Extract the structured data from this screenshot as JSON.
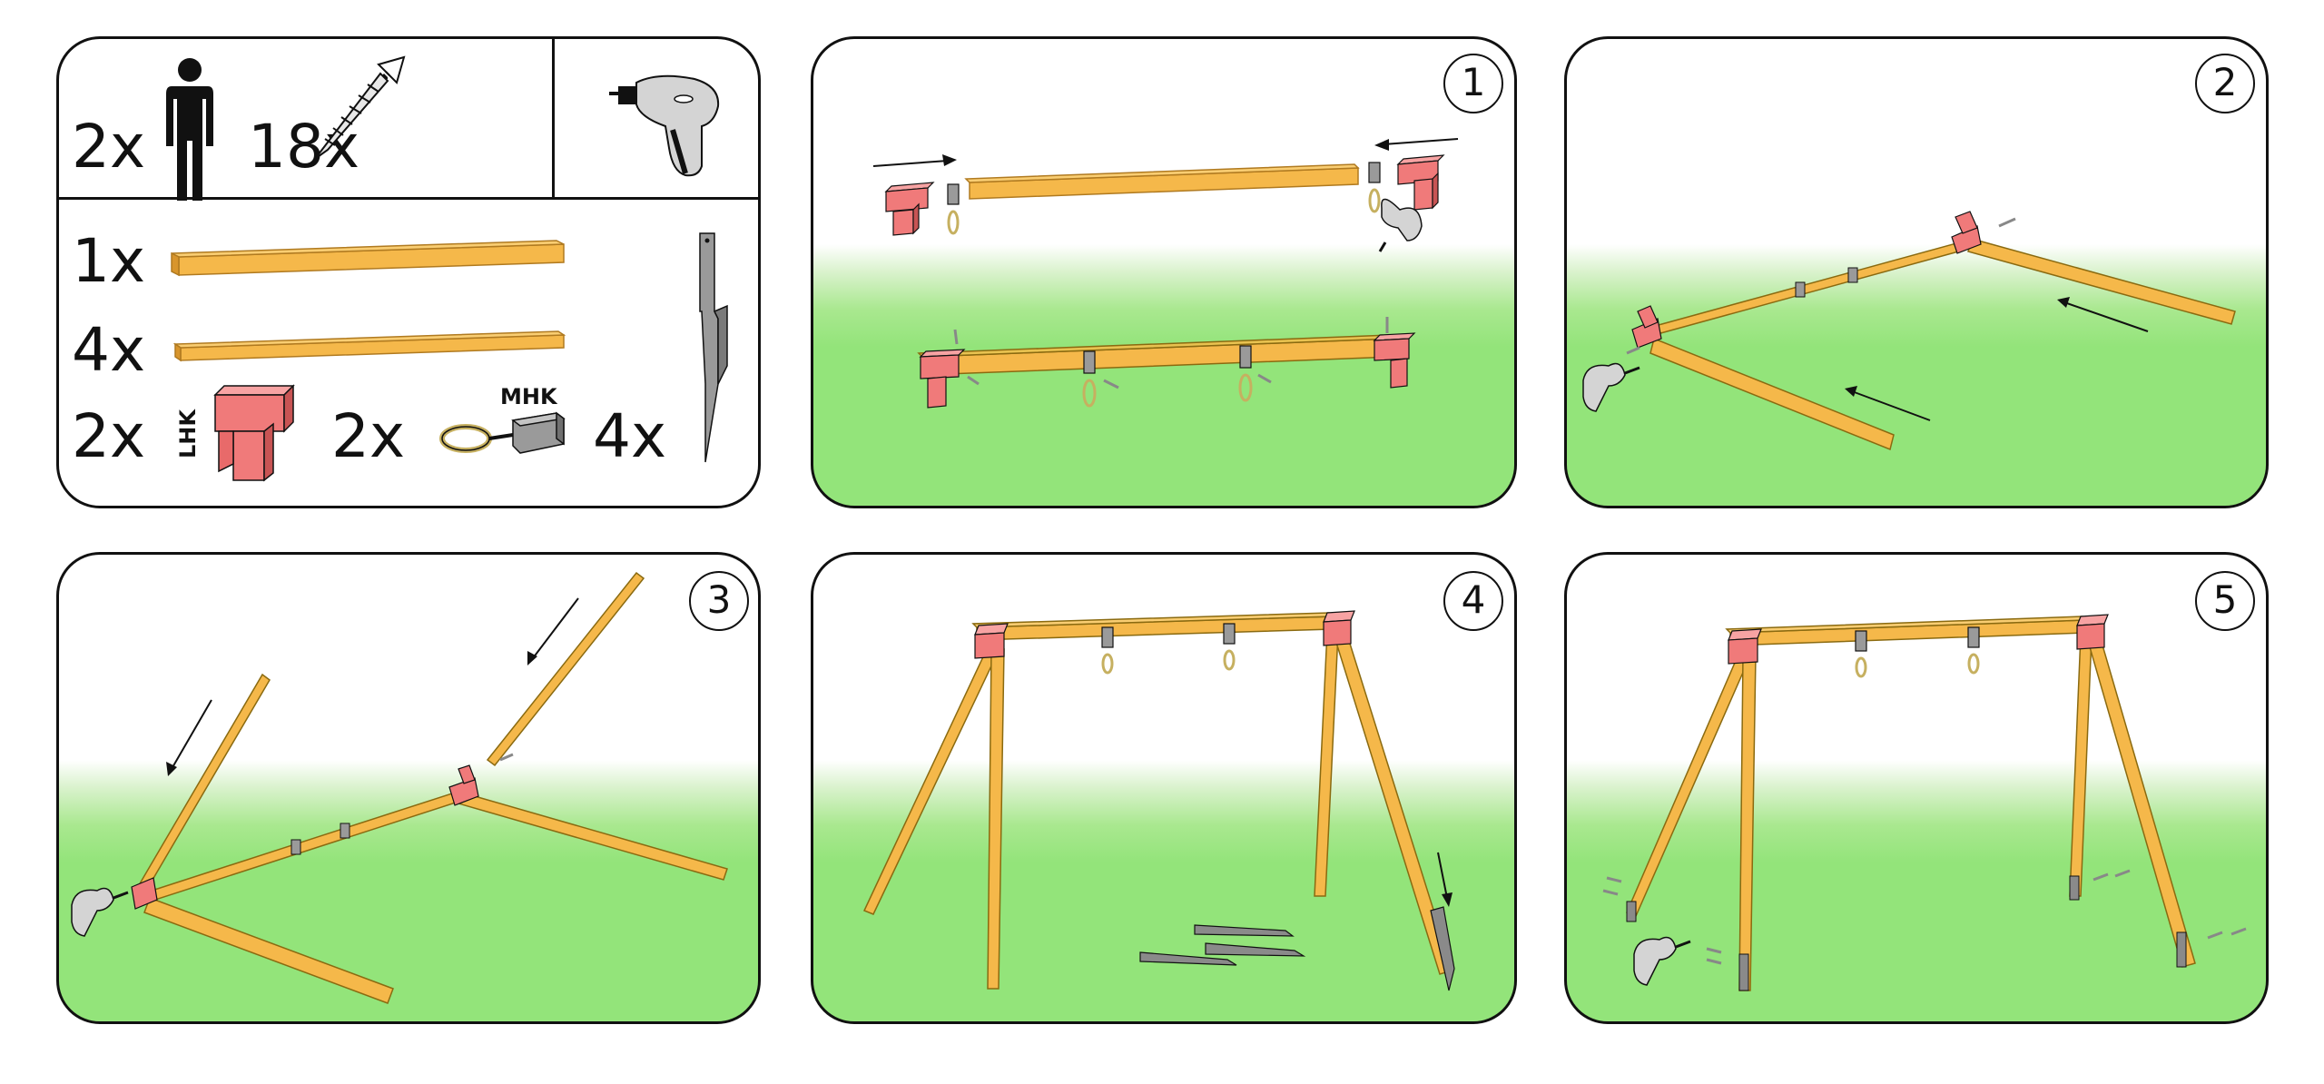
{
  "parts_panel": {
    "people_qty": "2x",
    "screws_qty": "18x",
    "beam_long_qty": "1x",
    "beam_leg_qty": "4x",
    "lhk_qty": "2x",
    "lhk_label": "LHK",
    "mhk_qty": "2x",
    "mhk_label": "MHK",
    "anchor_qty": "4x",
    "icons": [
      "person-icon",
      "screw-icon",
      "drill-icon",
      "top-beam",
      "leg-beam",
      "lhk-bracket",
      "mhk-hook",
      "ground-anchor"
    ]
  },
  "steps": [
    {
      "number": "1"
    },
    {
      "number": "2"
    },
    {
      "number": "3"
    },
    {
      "number": "4"
    },
    {
      "number": "5"
    }
  ],
  "colors": {
    "wood": "#f5b84a",
    "wood_dark": "#d8952c",
    "bracket": "#f07a7a",
    "metal": "#9a9a9a",
    "grass": "#93e47a",
    "outline": "#111111"
  }
}
